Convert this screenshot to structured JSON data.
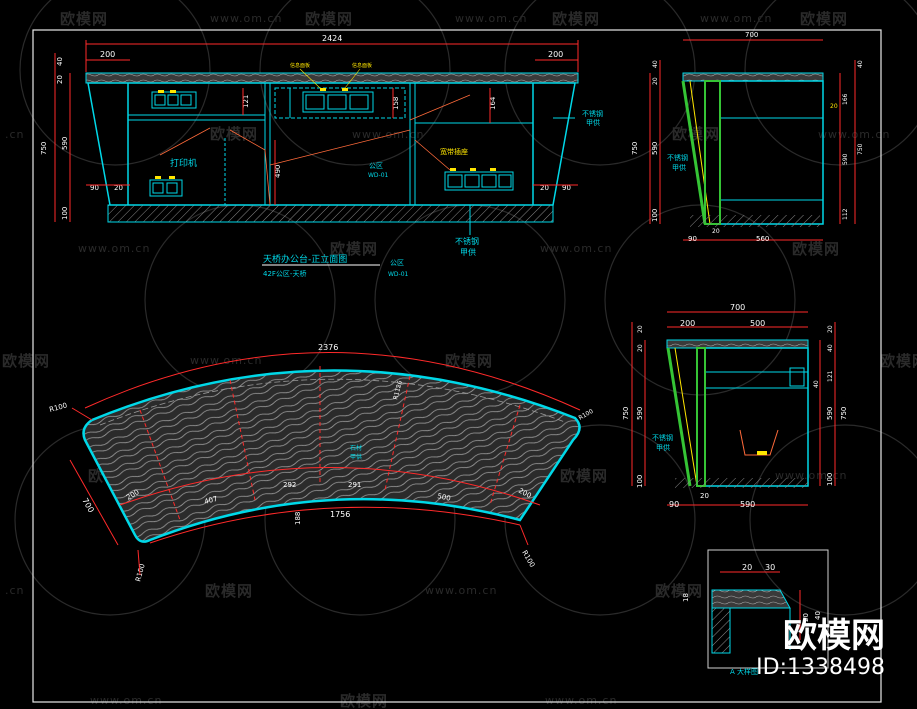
{
  "watermarks": {
    "brand": "欧模网",
    "url": "www.om.cn",
    "url_partial": ".cn"
  },
  "elevation": {
    "overall_width": "2424",
    "dim_200": "200",
    "dim_40": "40",
    "dim_20": "20",
    "dim_750": "750",
    "dim_590": "590",
    "dim_100": "100",
    "dim_90": "90",
    "dim_121": "121",
    "dim_158": "158",
    "dim_164": "164",
    "dim_490": "490",
    "label_printer": "打印机",
    "label_public": "公区",
    "label_public_code": "WD-01",
    "label_broadband": "宽带插座",
    "label_steel": "不锈钢",
    "label_steel2": "甲供",
    "label_top_tag": "信息面板",
    "title": "天桥办公台-正立面图",
    "subtitle": "42F公区-天桥",
    "bottom_public": "公区",
    "bottom_public_code": "WD-01"
  },
  "side_top": {
    "dim_700": "700",
    "dim_40": "40",
    "dim_20": "20",
    "dim_750": "750",
    "dim_590": "590",
    "dim_100": "100",
    "dim_90": "90",
    "dim_20b": "20",
    "dim_560": "560",
    "dim_166": "166",
    "dim_112": "112",
    "label_steel": "不锈钢",
    "label_steel2": "甲供"
  },
  "plan": {
    "arc_top": "2376",
    "arc_bottom": "1756",
    "r_tl": "R100",
    "r_tr": "R100",
    "r_bl": "R100",
    "r_br": "R100",
    "dim_700": "700",
    "dim_200_left": "200",
    "dim_407": "407",
    "dim_292": "292",
    "dim_291": "291",
    "dim_500": "500",
    "dim_200_right": "200",
    "dim_188": "188",
    "dim_1126": "R1126",
    "center_label": "石材",
    "center_label2": "甲供"
  },
  "side_mid": {
    "dim_700": "700",
    "dim_200": "200",
    "dim_500": "500",
    "dim_20": "20",
    "dim_40": "40",
    "dim_121": "121",
    "dim_750": "750",
    "dim_590": "590",
    "dim_100": "100",
    "dim_90": "90",
    "dim_20b": "20",
    "dim_590b": "590",
    "label_steel": "不锈钢",
    "label_steel2": "甲供"
  },
  "detail": {
    "dim_20": "20",
    "dim_30": "30",
    "dim_18": "18",
    "dim_40": "40",
    "dim_20b": "20",
    "caption": "A 大样图"
  },
  "badge": {
    "brand": "欧模网",
    "id": "ID:1338498"
  },
  "colors": {
    "cyan": "#00d8e8",
    "red": "#ff2a2a",
    "yellow": "#ffe600",
    "white": "#ffffff",
    "green": "#35c435",
    "hatch": "#8a8a8a"
  }
}
